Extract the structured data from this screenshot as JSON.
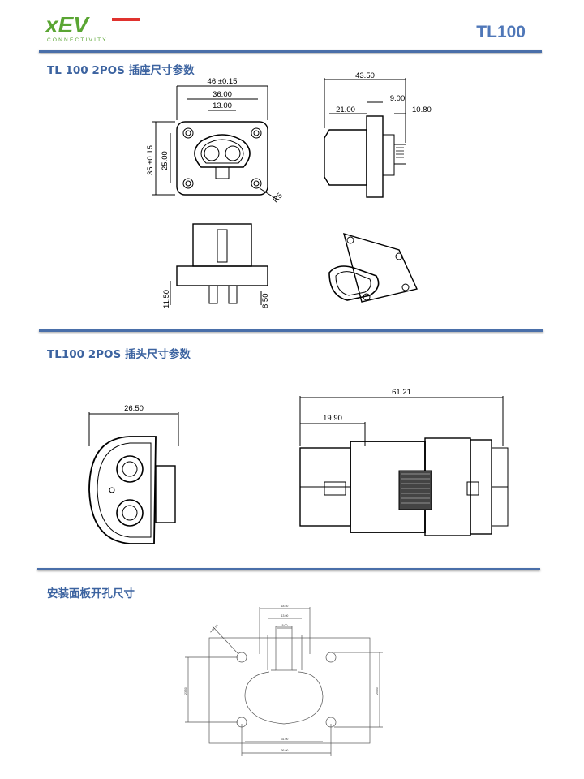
{
  "header": {
    "logo_text": "xEV",
    "logo_sub": "CONNECTIVITY",
    "doc_code": "TL100"
  },
  "sections": [
    {
      "title": "TL 100 2POS 插座尺寸参数"
    },
    {
      "title": "TL100 2POS 插头尺寸参数"
    },
    {
      "title": "安装面板开孔尺寸"
    }
  ],
  "socket_front": {
    "w_total": "46 ±0.15",
    "w_36": "36.00",
    "w_13": "13.00",
    "h_total": "35 ±0.15",
    "h_25": "25.00",
    "radius": "R5"
  },
  "socket_side": {
    "total": "43.50",
    "d21": "21.00",
    "d9": "9.00",
    "d108": "10.80"
  },
  "socket_bottom": {
    "h115": "11.50",
    "h85": "8.50"
  },
  "plug_front": {
    "width": "26.50"
  },
  "plug_side": {
    "length": "61.21",
    "d199": "19.90"
  },
  "panel": {
    "d1": "18.50",
    "d2": "13.00",
    "d3": "5.00",
    "hole": "4-Ø4.50",
    "h1": "23.50",
    "h2": "25.00",
    "w1": "31.00",
    "w2": "36.00"
  },
  "colors": {
    "accent": "#4a6fa9",
    "logo_green": "#5aa533",
    "logo_red": "#e0322e"
  }
}
